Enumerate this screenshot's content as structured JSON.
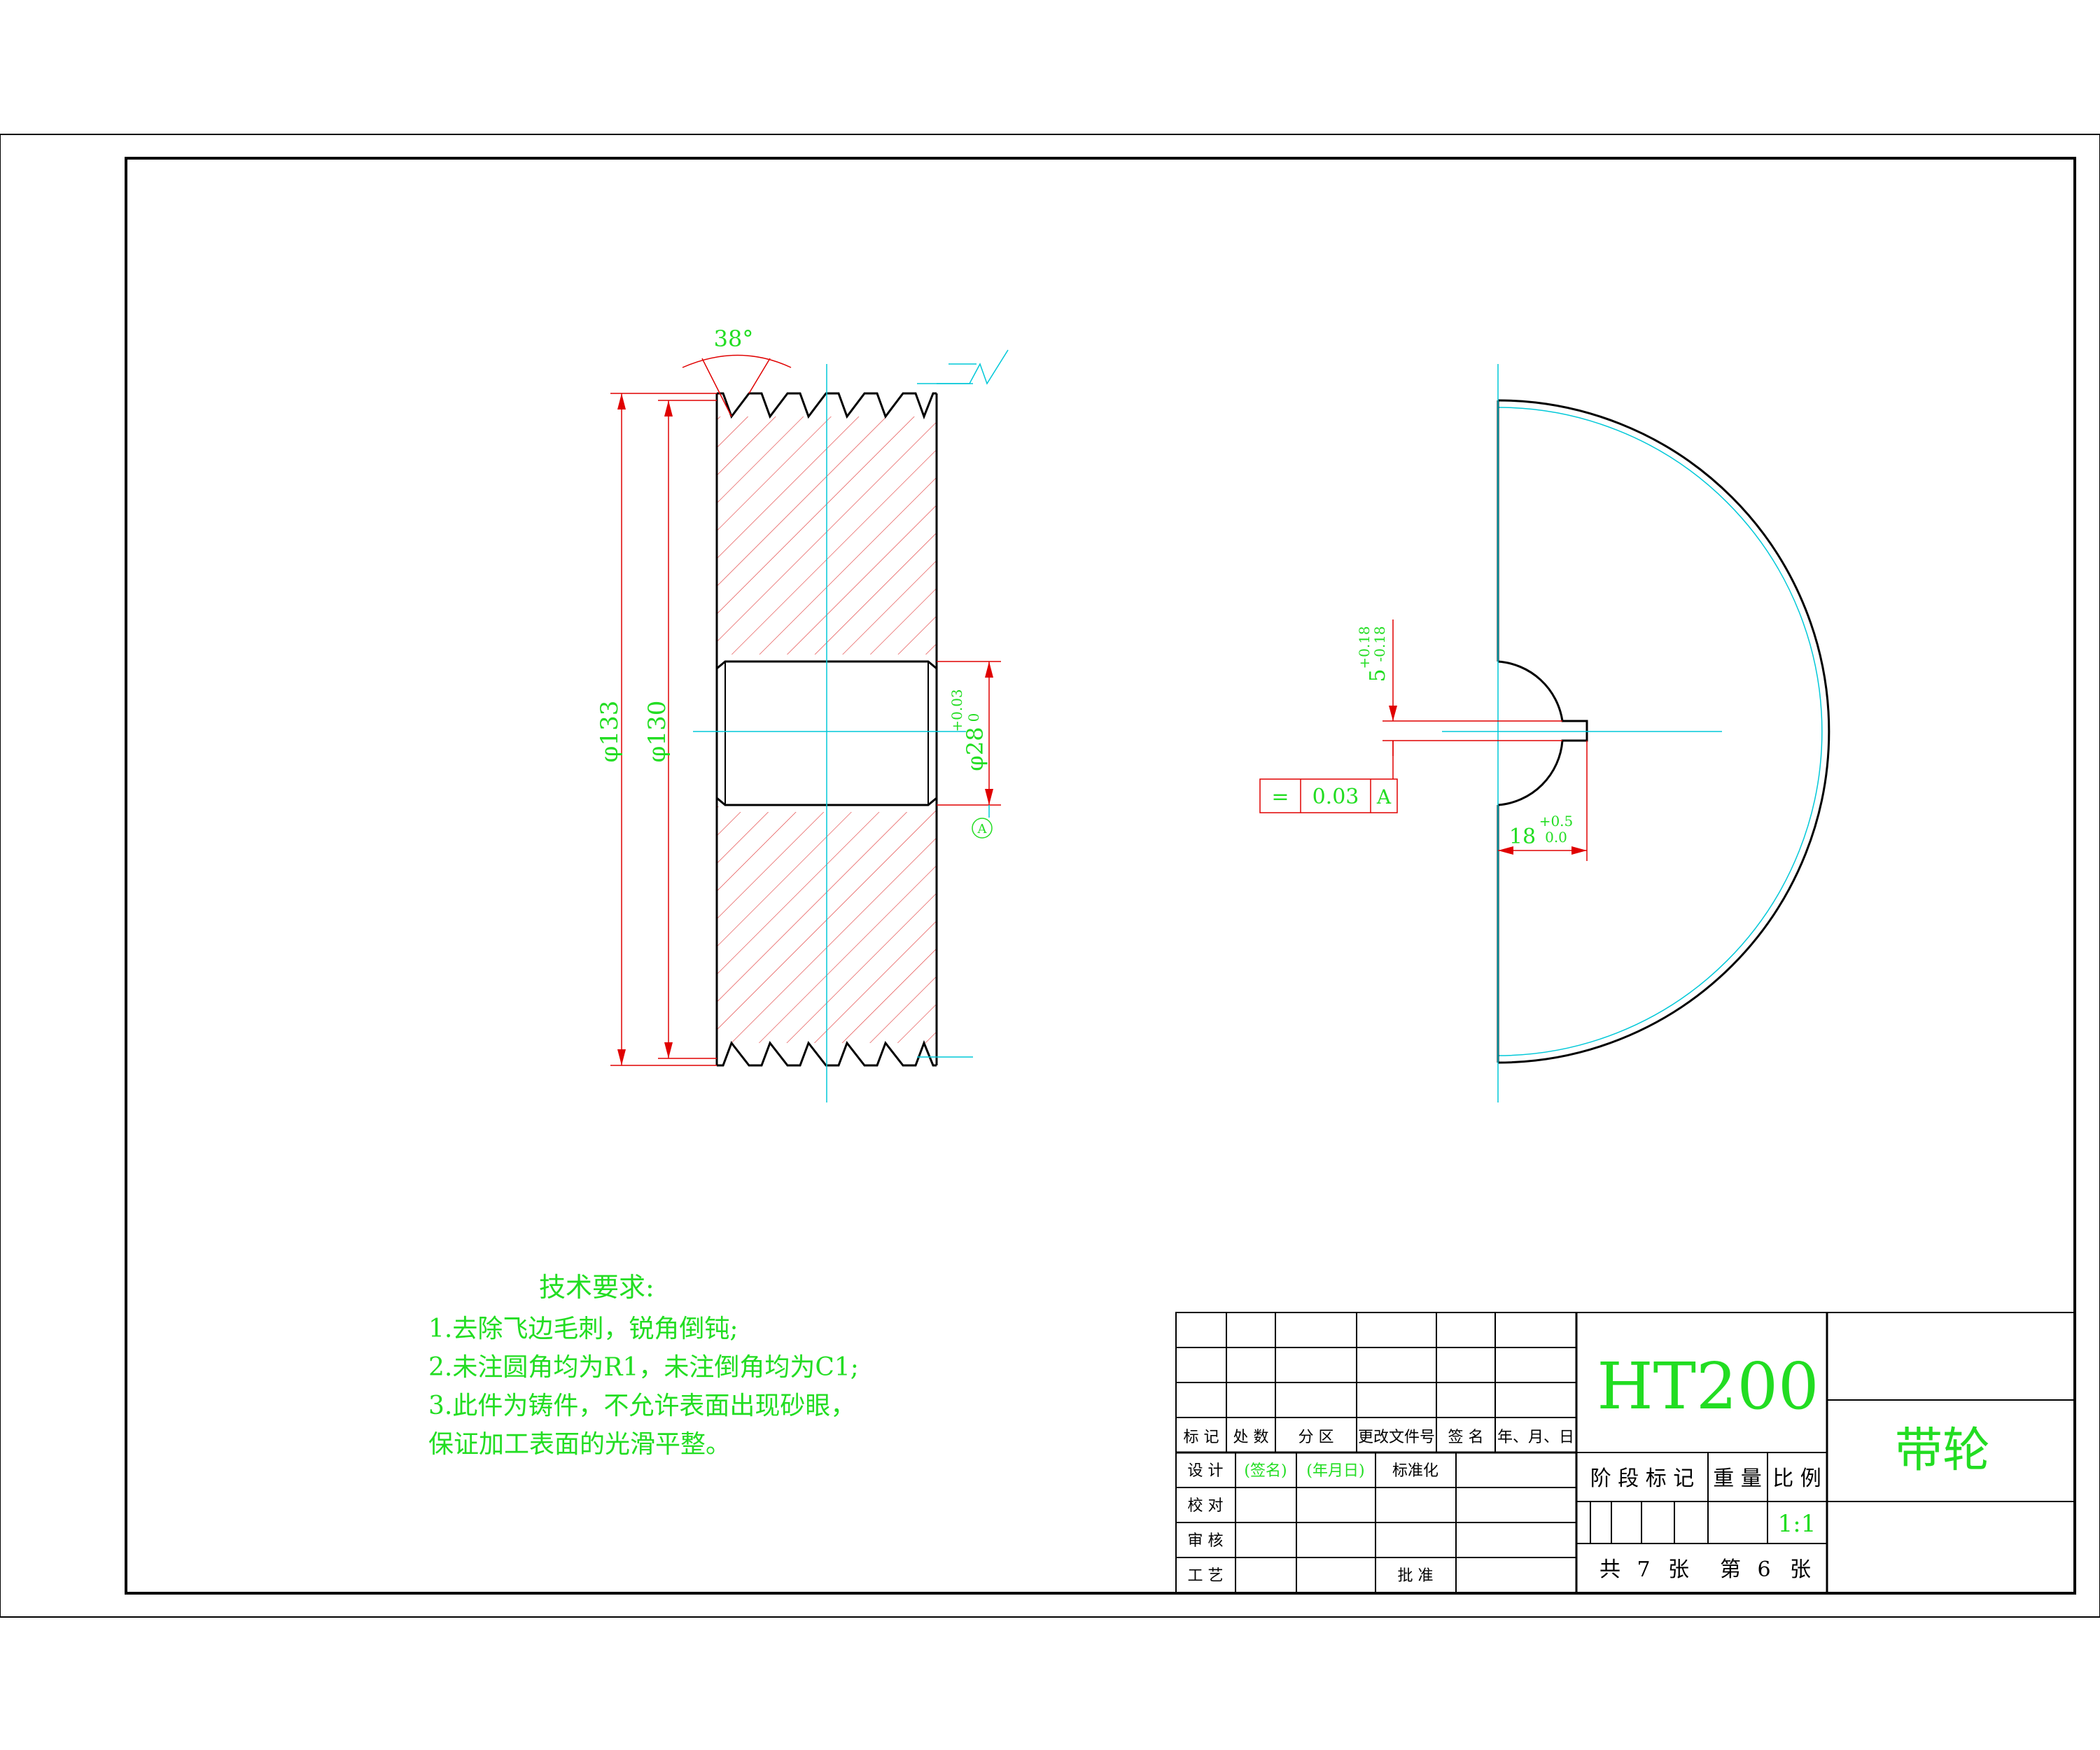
{
  "colors": {
    "line": "#000000",
    "centerline": "#00c8d8",
    "hatch": "#e03030",
    "dimension": "#e00000",
    "text_green": "#22dd22"
  },
  "front_view": {
    "angle_label": "38°",
    "dim_outer": "φ133",
    "dim_pitch": "φ130",
    "dim_bore": "φ28",
    "bore_tol_upper": "+0.03",
    "bore_tol_lower": "0",
    "datum_label": "A"
  },
  "side_view": {
    "keyway_dim": "5",
    "keyway_tol_upper": "+0.18",
    "keyway_tol_lower": "-0.18",
    "hub_dim": "18",
    "hub_tol_upper": "+0.5",
    "hub_tol_lower": "0.0",
    "tolerance_symbol": "=",
    "tolerance_value": "0.03",
    "tolerance_datum": "A"
  },
  "tech_requirements": {
    "title": "技术要求:",
    "lines": [
      "1.去除飞边毛刺，锐角倒钝;",
      "2.未注圆角均为R1，未注倒角均为C1;",
      "3.此件为铸件，不允许表面出现砂眼，",
      "保证加工表面的光滑平整。"
    ]
  },
  "title_block": {
    "material": "HT200",
    "part_name": "带轮",
    "header_cells": [
      "标 记",
      "处 数",
      "分 区",
      "更改文件号",
      "签 名",
      "年、月、日"
    ],
    "design_label": "设 计",
    "sign_placeholder": "(签名)",
    "date_placeholder": "(年月日)",
    "standardize_label": "标准化",
    "check_label": "校 对",
    "review_label": "审 核",
    "process_label": "工 艺",
    "approve_label": "批 准",
    "stage_label": "阶 段 标 记",
    "weight_label": "重 量",
    "scale_label": "比 例",
    "scale_value": "1:1",
    "total_sheets_prefix": "共",
    "total_sheets": "7",
    "sheet_suffix": "张",
    "sheet_prefix": "第",
    "sheet_number": "6",
    "sheet_suffix2": "张"
  }
}
